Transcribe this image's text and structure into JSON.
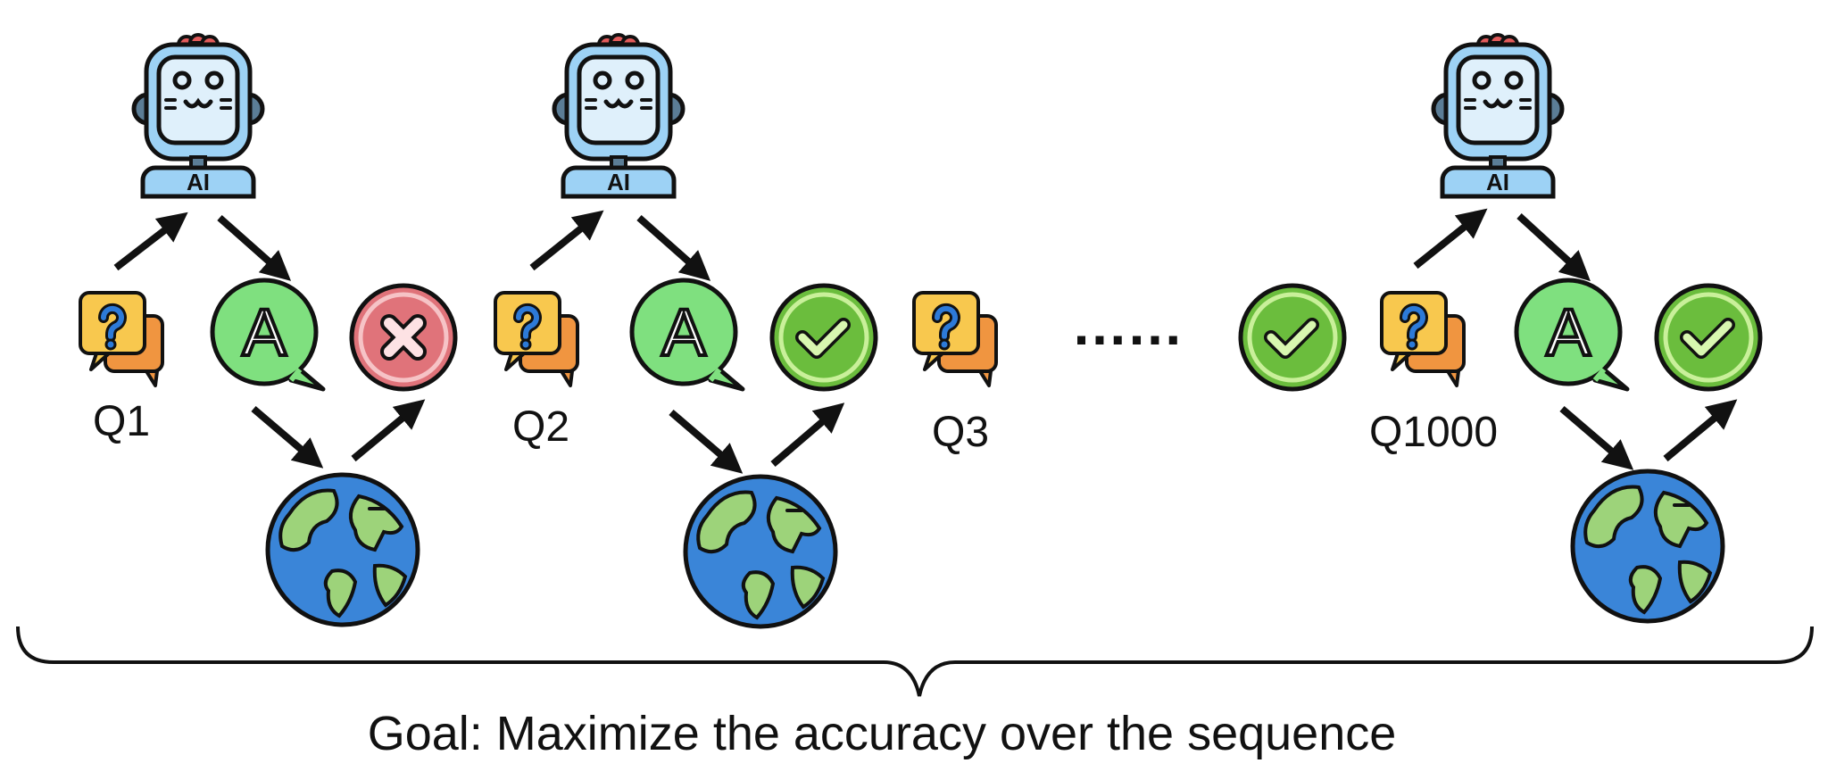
{
  "questions": [
    {
      "label": "Q1",
      "outcome": "incorrect",
      "has_model": true
    },
    {
      "label": "Q2",
      "outcome": "correct",
      "has_model": true
    },
    {
      "label": "Q3",
      "outcome": "",
      "has_model": false
    },
    {
      "label": "Q1000",
      "outcome": "correct",
      "has_model": true
    }
  ],
  "ellipsis": "……",
  "robot_badge": "AI",
  "answer_letter": "A",
  "goal_text": "Goal: Maximize the accuracy over the sequence",
  "colors": {
    "robot_body": "#9dd2f5",
    "robot_screen": "#dff0fb",
    "robot_ear": "#5b7d96",
    "antenna": "#e35b5b",
    "question_front": "#f8c84e",
    "question_back": "#f09540",
    "question_mark": "#2d7ad8",
    "answer_bubble": "#7fe07f",
    "correct_badge": "#6bbd3d",
    "incorrect_badge": "#e0737a",
    "ocean": "#3a85d8",
    "land": "#9dd37a",
    "outline": "#111111"
  }
}
